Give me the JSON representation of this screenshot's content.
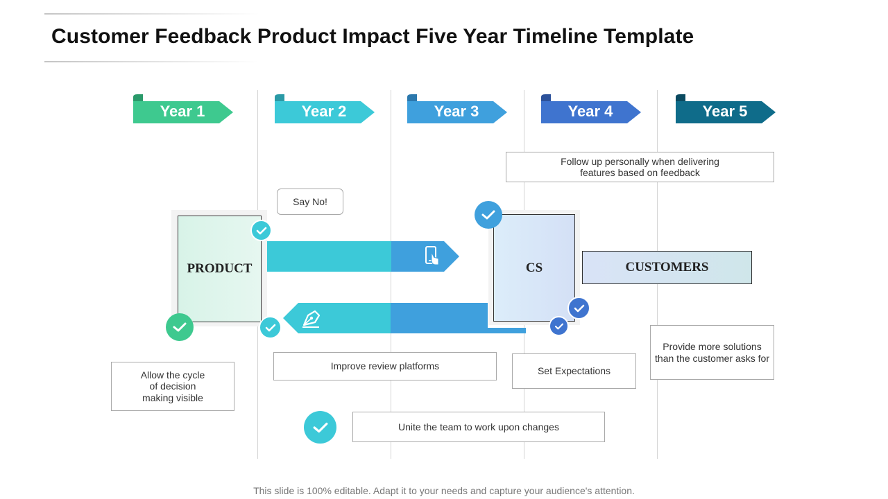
{
  "title": "Customer Feedback Product Impact Five Year Timeline Template",
  "years": [
    {
      "label": "Year 1",
      "color": "#3ec98f",
      "dark": "#2a9a6a"
    },
    {
      "label": "Year 2",
      "color": "#3cc9d8",
      "dark": "#2a9aa6"
    },
    {
      "label": "Year 3",
      "color": "#3fa0dd",
      "dark": "#2b78ad"
    },
    {
      "label": "Year 4",
      "color": "#3f74cf",
      "dark": "#2c519a"
    },
    {
      "label": "Year 5",
      "color": "#0f6c8a",
      "dark": "#0a4a60"
    }
  ],
  "boxes": {
    "product": "PRODUCT",
    "cs": "CS",
    "customers": "CUSTOMERS"
  },
  "notes": {
    "follow_up": "Follow up personally when delivering\nfeatures based on feedback",
    "say_no": "Say No!",
    "allow_cycle": "Allow the cycle\nof decision\nmaking visible",
    "improve_review": "Improve review platforms",
    "set_expectations": "Set Expectations",
    "provide_solutions": "Provide more solutions\nthan the customer asks for",
    "unite_team": "Unite the team to work upon changes"
  },
  "icons": {
    "forward_arrow": "phone-touch-icon",
    "back_arrow": "pen-nib-icon",
    "check": "checkmark-icon"
  },
  "colors": {
    "teal": "#3cc9d8",
    "blue": "#3fa0dd",
    "green": "#3ec98f",
    "royal": "#3f74cf"
  },
  "footer": "This slide is 100% editable. Adapt it to your needs and capture your audience's attention."
}
